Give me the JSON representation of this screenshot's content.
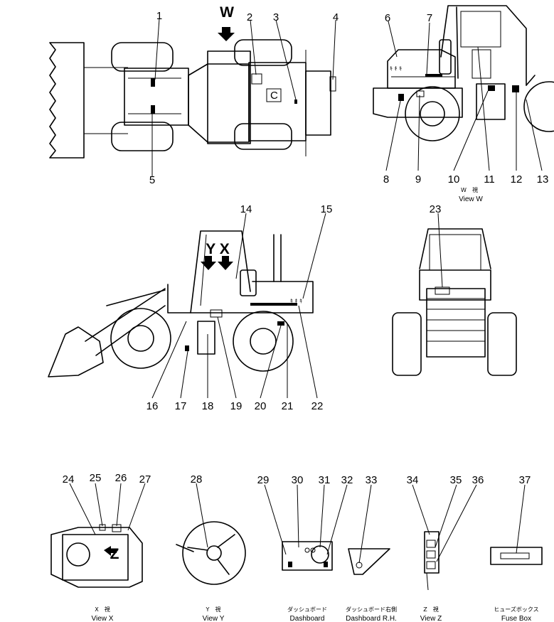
{
  "callouts": [
    "1",
    "2",
    "3",
    "4",
    "5",
    "6",
    "7",
    "8",
    "9",
    "10",
    "11",
    "12",
    "13",
    "14",
    "15",
    "16",
    "17",
    "18",
    "19",
    "20",
    "21",
    "22",
    "23",
    "24",
    "25",
    "26",
    "27",
    "28",
    "29",
    "30",
    "31",
    "32",
    "33",
    "34",
    "35",
    "36",
    "37"
  ],
  "view_markers": {
    "w": "W",
    "yx": "Y X",
    "z": "Z"
  },
  "view_captions": {
    "w": {
      "jp": "W　視",
      "en": "View  W"
    },
    "x": {
      "jp": "X　視",
      "en": "View  X"
    },
    "y": {
      "jp": "Y　視",
      "en": "View  Y"
    },
    "dashboard": {
      "jp": "ダッシュボード",
      "en": "Dashboard"
    },
    "dashboard_rh": {
      "jp": "ダッシュボード右側",
      "en": "Dashboard  R.H."
    },
    "z": {
      "jp": "Z　視",
      "en": "View  Z"
    },
    "fuse": {
      "jp": "ヒューズボックス",
      "en": "Fuse  Box"
    }
  }
}
